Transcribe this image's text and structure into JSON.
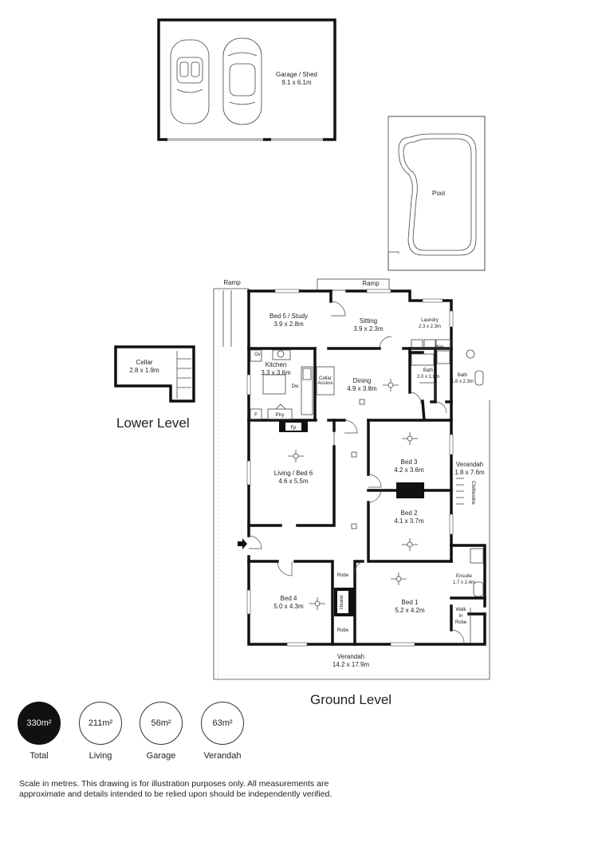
{
  "rooms": {
    "garage": {
      "name": "Garage / Shed",
      "size": "9.1 x 6.1m"
    },
    "pool": {
      "name": "Pool"
    },
    "cellar": {
      "name": "Cellar",
      "size": "2.8 x 1.9m"
    },
    "bed5": {
      "name": "Bed 5 / Study",
      "size": "3.9 x 2.8m"
    },
    "sitting": {
      "name": "Sitting",
      "size": "3.9 x 2.3m"
    },
    "laundry": {
      "name": "Laundry",
      "size": "2.3 x 2.3m"
    },
    "kitchen": {
      "name": "Kitchen",
      "size": "3.3 x 3.6m"
    },
    "dining": {
      "name": "Dining",
      "size": "4.9 x 3.8m"
    },
    "bath1": {
      "name": "Bath",
      "size": "2.0 x 1.8m"
    },
    "bath2": {
      "name": "Bath",
      "size": "1.6 x 2.3m"
    },
    "living": {
      "name": "Living / Bed 6",
      "size": "4.6 x 5.5m"
    },
    "bed3": {
      "name": "Bed 3",
      "size": "4.2 x 3.6m"
    },
    "verandah_side": {
      "name": "Verandah",
      "size": "1.8 x 7.6m"
    },
    "bed2": {
      "name": "Bed 2",
      "size": "4.1 x 3.7m"
    },
    "ensuite": {
      "name": "Ensuite",
      "size": "1.7 x 2.4m"
    },
    "bed4": {
      "name": "Bed 4",
      "size": "5.0 x 4.3m"
    },
    "bed1": {
      "name": "Bed 1",
      "size": "5.2 x 4.2m"
    },
    "verandah_front": {
      "name": "Verandah",
      "size": "14.2 x 17.9m"
    }
  },
  "fixtures": {
    "ramp_left": "Ramp",
    "ramp_top": "Ramp",
    "ov": "Ov",
    "dw": "Dw",
    "wm": "Wm",
    "cellar_access_1": "Cellar",
    "cellar_access_2": "Access",
    "f": "F",
    "ptry": "Ptry",
    "fp": "Fp",
    "clothesline": "Clothesline",
    "robe_top": "Robe",
    "robe_bottom": "Robe",
    "heater": "Heater",
    "walkin_1": "Walk",
    "walkin_2": "In",
    "walkin_3": "Robe"
  },
  "levels": {
    "lower": "Lower Level",
    "ground": "Ground Level"
  },
  "areas": [
    {
      "value": "330m²",
      "caption": "Total"
    },
    {
      "value": "211m²",
      "caption": "Living"
    },
    {
      "value": "56m²",
      "caption": "Garage"
    },
    {
      "value": "63m²",
      "caption": "Verandah"
    }
  ],
  "disclaimer": "Scale in metres. This drawing is for illustration purposes only. All measurements are approximate and details intended to be relied upon should be independently verified."
}
